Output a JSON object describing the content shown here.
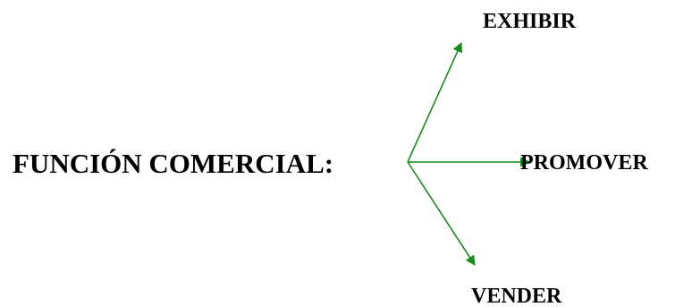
{
  "diagram": {
    "root_label": "FUNCIÓN COMERCIAL:",
    "branches": [
      {
        "label": "EXHIBIR"
      },
      {
        "label": "PROMOVER"
      },
      {
        "label": "VENDER"
      }
    ],
    "arrow_color": "#1a8a1a",
    "text_color": "#000000"
  }
}
